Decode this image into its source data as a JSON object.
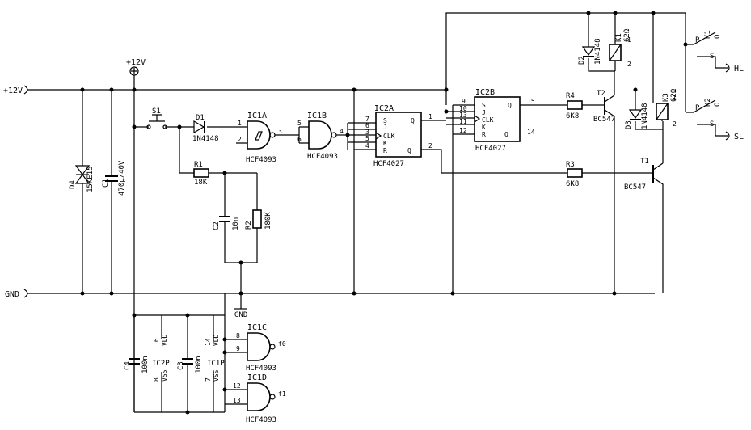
{
  "nets": {
    "v12": "+12V",
    "gnd": "GND",
    "top": "+12V",
    "gnd2": "GND"
  },
  "outputs": {
    "hl": "HL",
    "sl": "SL"
  },
  "parts": {
    "s1": "S1",
    "d1": "D1",
    "d1_val": "1N4148",
    "r1": "R1",
    "r1_val": "18K",
    "r2": "R2",
    "r2_val": "180K",
    "c2": "C2",
    "c2_val": "10n",
    "c1": "C1",
    "c1_val": "470µ/40V",
    "d4": "D4",
    "d4_val": "15KE15",
    "c3": "C3",
    "c3_val": "100n",
    "c4": "C4",
    "c4_val": "100n",
    "ic1p": "IC1P",
    "ic2p": "IC2P",
    "ic1a": "IC1A",
    "ic1b": "IC1B",
    "ic1c": "IC1C",
    "ic1d": "IC1D",
    "ic2a": "IC2A",
    "ic2b": "IC2B",
    "hcf4093": "HCF4093",
    "hcf4027": "HCF4027",
    "r3": "R3",
    "r3_val": "6K8",
    "r4": "R4",
    "r4_val": "6K8",
    "t1": "T1",
    "t2": "T2",
    "bc547": "BC547",
    "d2": "D2",
    "d3": "D3",
    "d_val": "1N4148",
    "k1": "K1",
    "k2": "K2",
    "k3": "K3",
    "k_val": "62Ω",
    "vdd": "VDD",
    "vss": "VSS",
    "f0": "f0",
    "f1": "f1"
  },
  "pins": {
    "p1": "1",
    "p2": "2",
    "p3": "3",
    "p4": "4",
    "p5": "5",
    "p6": "6",
    "p7": "7",
    "p8": "8",
    "p9": "9",
    "p10": "10",
    "p11": "11",
    "p12": "12",
    "p13": "13",
    "p14": "14",
    "p15": "15",
    "p16": "16",
    "S": "S",
    "J": "J",
    "K": "K",
    "R": "R",
    "Q": "Q",
    "Qb": "Q",
    "CLK": "CLK",
    "P": "P",
    "O": "O"
  }
}
